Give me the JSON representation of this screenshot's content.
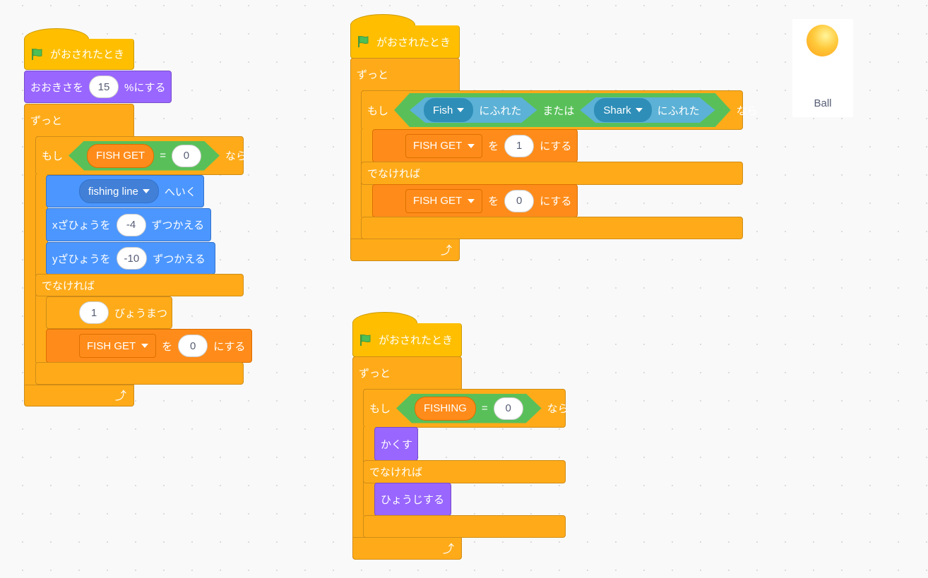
{
  "script1": {
    "hat": "がおされたとき",
    "size_label": "おおきさを",
    "size_value": "15",
    "size_suffix": "%にする",
    "forever": "ずっと",
    "if": "もし",
    "then": "なら",
    "var": "FISH GET",
    "eq": "=",
    "cmp": "0",
    "goto_target": "fishing line",
    "goto_suffix": "へいく",
    "changex": "xざひょうを",
    "dx": "-4",
    "changey": "yざひょうを",
    "dy": "-10",
    "change_suffix": "ずつかえる",
    "else": "でなければ",
    "wait": "1",
    "wait_suffix": "びょうまつ",
    "set_var": "FISH GET",
    "set_mid": "を",
    "set_value": "0",
    "set_suffix": "にする"
  },
  "script2": {
    "hat": "がおされたとき",
    "forever": "ずっと",
    "if": "もし",
    "touch1": "Fish",
    "touch_suffix": "にふれた",
    "or": "または",
    "touch2": "Shark",
    "then": "なら",
    "set_var": "FISH GET",
    "set_mid": "を",
    "set_value1": "1",
    "set_suffix": "にする",
    "else": "でなければ",
    "set_value2": "0"
  },
  "script3": {
    "hat": "がおされたとき",
    "forever": "ずっと",
    "if": "もし",
    "var": "FISHING",
    "eq": "=",
    "cmp": "0",
    "then": "なら",
    "hide": "かくす",
    "else": "でなければ",
    "show": "ひょうじする"
  },
  "sprite": {
    "name": "Ball"
  },
  "colors": {
    "event": "#FFBF00",
    "control": "#FFAB19",
    "looks": "#9966FF",
    "motion": "#4C97FF",
    "variables": "#FF8C1A",
    "operators": "#59C059",
    "sensing": "#5CB1D6"
  }
}
